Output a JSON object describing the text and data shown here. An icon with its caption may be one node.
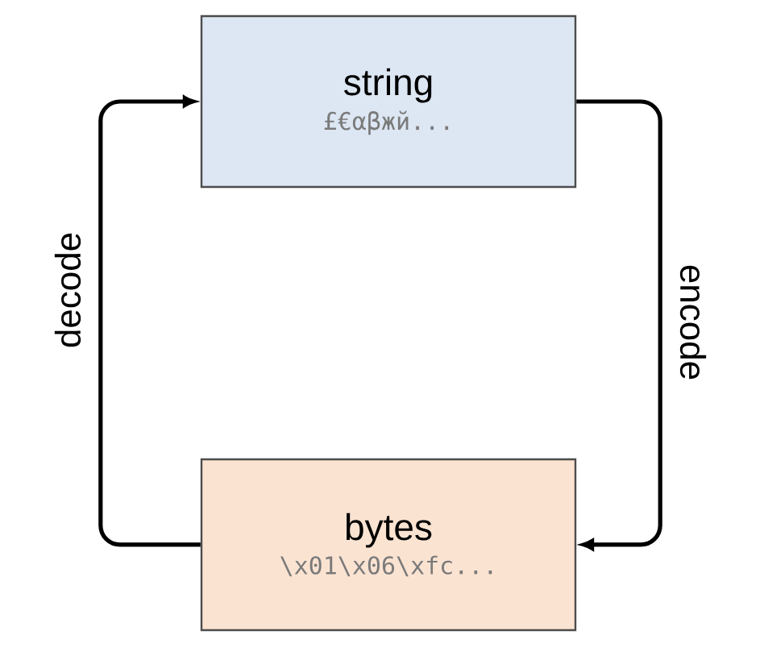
{
  "diagram": {
    "nodes": [
      {
        "text": [
          "string",
          "£€αβжй..."
        ]
      },
      {
        "text": [
          "bytes",
          "\\x01\\x06\\xfc..."
        ]
      }
    ],
    "edges": [
      {
        "from": 0,
        "to": 1,
        "arrow": "to",
        "label": "encode"
      },
      {
        "from": 1,
        "to": 0,
        "arrow": "to",
        "label": "decode"
      }
    ]
  }
}
